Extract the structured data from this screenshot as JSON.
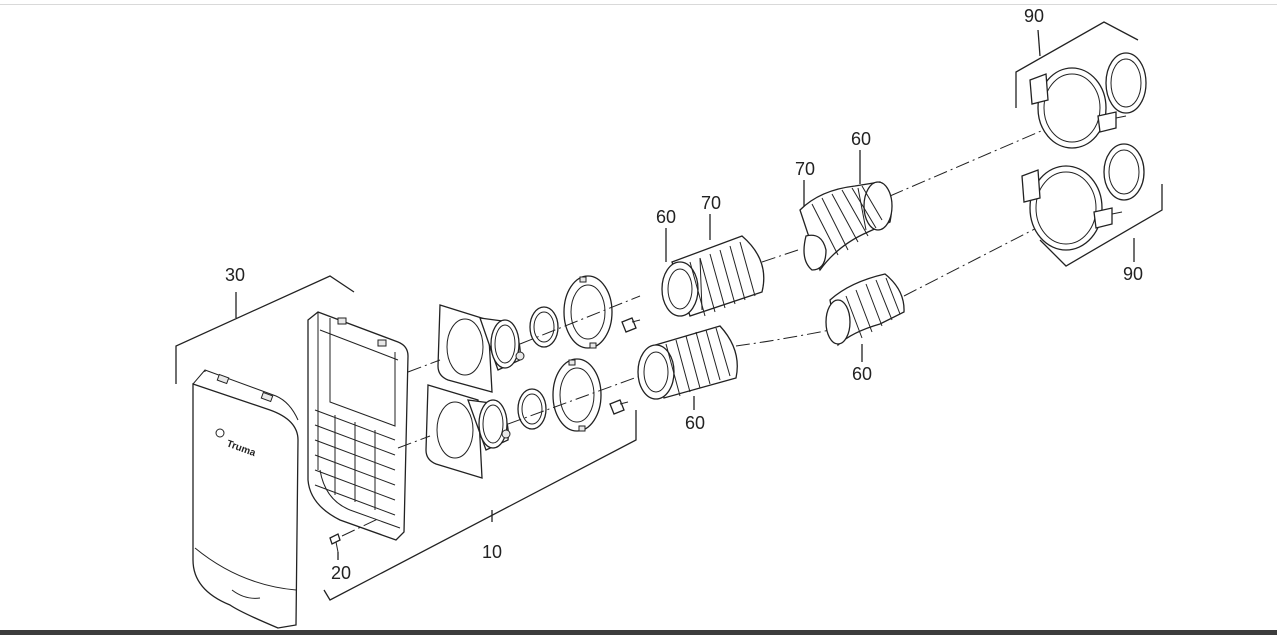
{
  "diagram": {
    "callouts": {
      "front_cover": "30",
      "screw": "20",
      "wall_assembly": "10",
      "hose_upper_left": "60",
      "hose_70_left": "70",
      "hose_70_right": "70",
      "hose_upper_right": "60",
      "hose_lower_left": "60",
      "hose_lower_right": "60",
      "clamp_set_top": "90",
      "clamp_set_bottom": "90"
    },
    "logo_text": "Truma"
  }
}
